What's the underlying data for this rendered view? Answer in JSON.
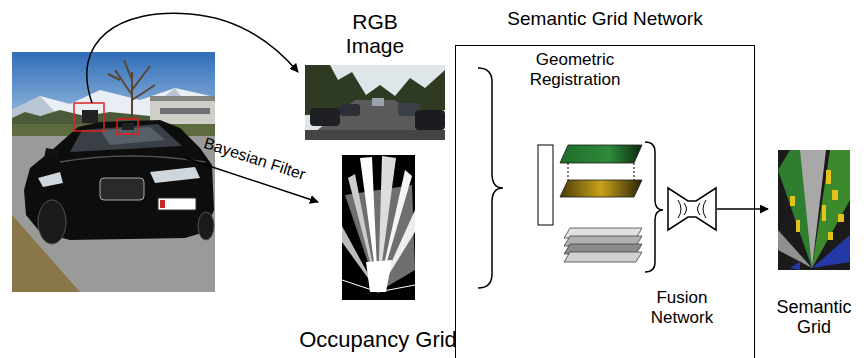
{
  "diagram": {
    "nodes": [
      {
        "text": [
          "RGB Image"
        ]
      },
      {
        "text": [
          "Occupancy Grid"
        ]
      },
      {
        "text": [
          "Semantic Grid Network"
        ]
      },
      {
        "text": [
          "Semantic Grid"
        ]
      }
    ],
    "edges": [
      {
        "from": 2,
        "to": 3,
        "arrow": "to"
      }
    ],
    "labels": [
      "Bayesian Filter",
      "Geometric Registration",
      "Fusion Network"
    ]
  }
}
